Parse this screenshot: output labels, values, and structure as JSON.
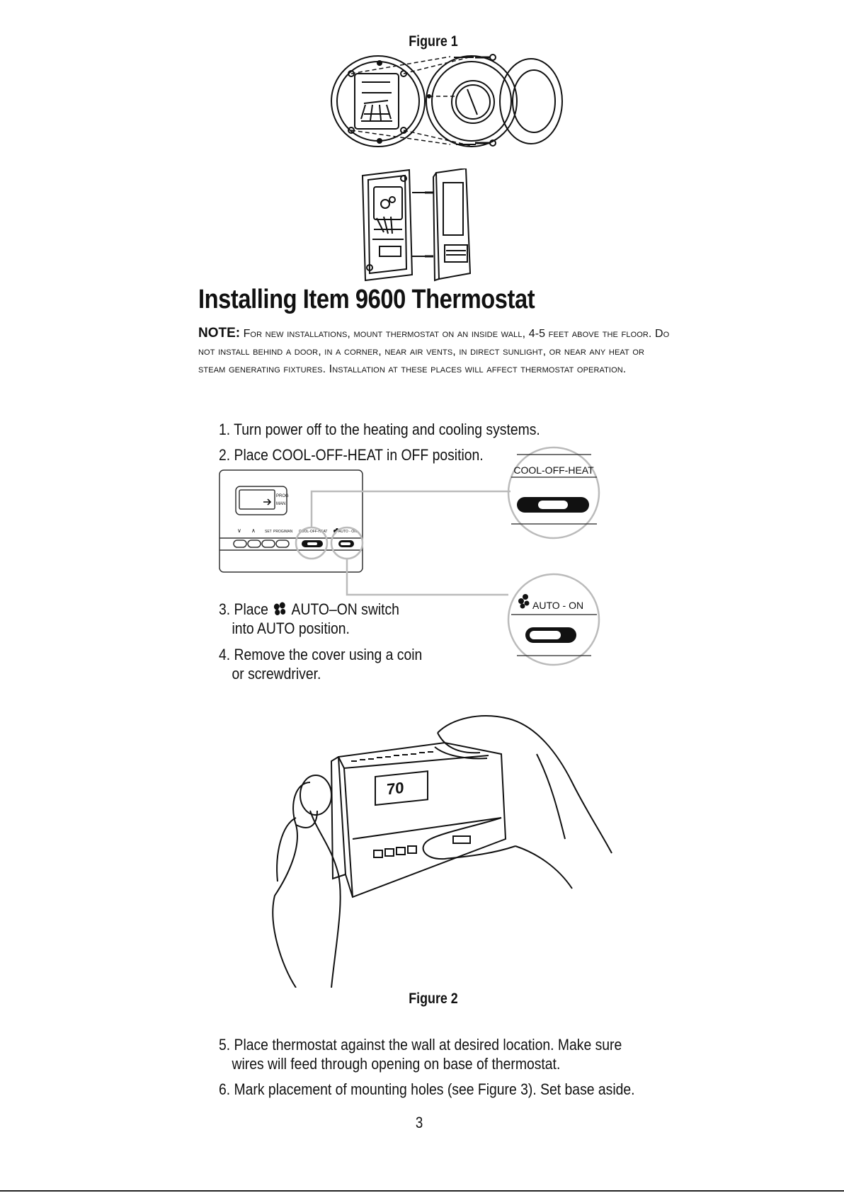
{
  "figure1_caption": "Figure 1",
  "title": "Installing Item 9600 Thermostat",
  "note": {
    "label": "NOTE:",
    "text": "For new installations, mount thermostat on an inside wall, 4-5 feet above the floor. Do not install behind a door, in a corner, near air vents, in direct sunlight, or near any heat or steam generating fixtures. Installation at these places will affect thermostat operation."
  },
  "steps": {
    "s1": "1. Turn power off to the heating and cooling systems.",
    "s2": "2. Place COOL-OFF-HEAT in OFF position.",
    "s3a": "3. Place",
    "s3b": "AUTO–ON switch",
    "s3c": "into AUTO position.",
    "s4a": "4. Remove the cover using a coin",
    "s4b": "or screwdriver.",
    "s5a": "5. Place thermostat against the wall at desired location. Make sure",
    "s5b": "wires will feed through opening on base of thermostat.",
    "s6": "6. Mark placement of mounting holes (see Figure 3). Set base aside."
  },
  "diagram": {
    "prog": "PROG",
    "man": "MAN",
    "down": "∨",
    "up": "∧",
    "set": "SET",
    "progman": "PROG/MAN",
    "cooloffheat_small": "COOL-OFF-HEAT",
    "autoon_small": "AUTO - ON",
    "callout_cooloffheat": "COOL-OFF-HEAT",
    "callout_autoon": "AUTO - ON"
  },
  "figure2_display": "70",
  "figure2_caption": "Figure 2",
  "page_number": "3"
}
